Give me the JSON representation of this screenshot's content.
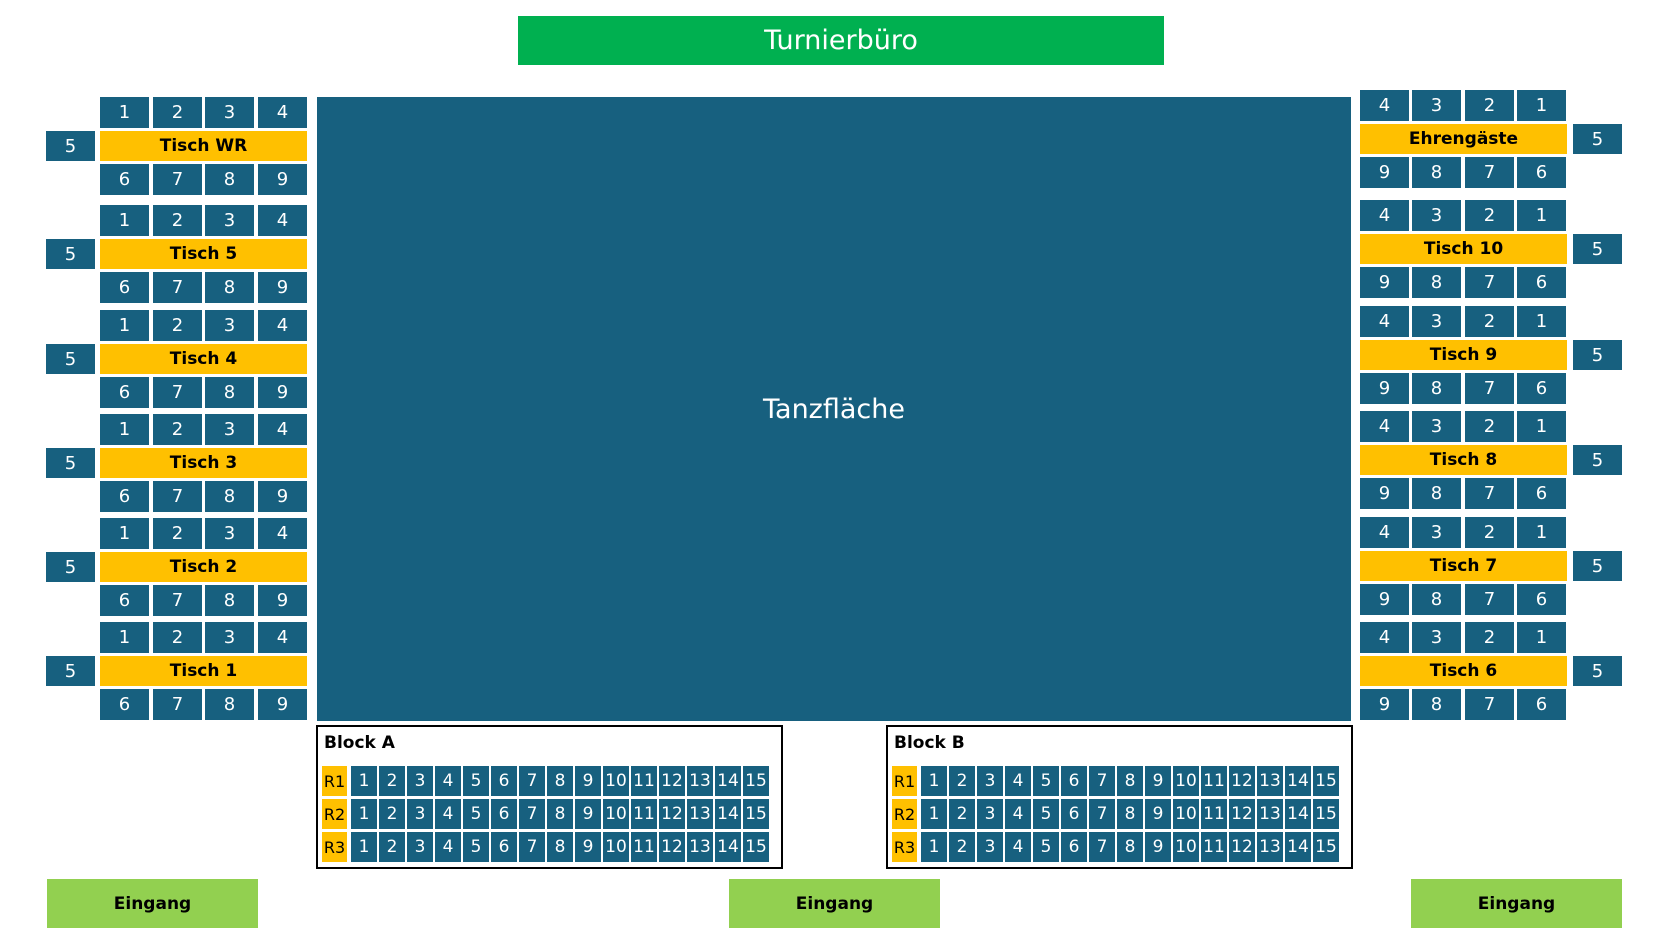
{
  "colors": {
    "seat": "#17607f",
    "table_label": "#ffc000",
    "office": "#00b050",
    "entrance": "#92d050",
    "dance_floor": "#17607f"
  },
  "office": {
    "label": "Turnierbüro"
  },
  "dance_floor": {
    "label": "Tanzfläche"
  },
  "left_tables": [
    {
      "name": "Tisch WR",
      "top_seats": [
        "1",
        "2",
        "3",
        "4"
      ],
      "side_seat": "5",
      "bottom_seats": [
        "6",
        "7",
        "8",
        "9"
      ]
    },
    {
      "name": "Tisch 5",
      "top_seats": [
        "1",
        "2",
        "3",
        "4"
      ],
      "side_seat": "5",
      "bottom_seats": [
        "6",
        "7",
        "8",
        "9"
      ]
    },
    {
      "name": "Tisch 4",
      "top_seats": [
        "1",
        "2",
        "3",
        "4"
      ],
      "side_seat": "5",
      "bottom_seats": [
        "6",
        "7",
        "8",
        "9"
      ]
    },
    {
      "name": "Tisch 3",
      "top_seats": [
        "1",
        "2",
        "3",
        "4"
      ],
      "side_seat": "5",
      "bottom_seats": [
        "6",
        "7",
        "8",
        "9"
      ]
    },
    {
      "name": "Tisch 2",
      "top_seats": [
        "1",
        "2",
        "3",
        "4"
      ],
      "side_seat": "5",
      "bottom_seats": [
        "6",
        "7",
        "8",
        "9"
      ]
    },
    {
      "name": "Tisch 1",
      "top_seats": [
        "1",
        "2",
        "3",
        "4"
      ],
      "side_seat": "5",
      "bottom_seats": [
        "6",
        "7",
        "8",
        "9"
      ]
    }
  ],
  "right_tables": [
    {
      "name": "Ehrengäste",
      "top_seats": [
        "4",
        "3",
        "2",
        "1"
      ],
      "side_seat": "5",
      "bottom_seats": [
        "9",
        "8",
        "7",
        "6"
      ]
    },
    {
      "name": "Tisch 10",
      "top_seats": [
        "4",
        "3",
        "2",
        "1"
      ],
      "side_seat": "5",
      "bottom_seats": [
        "9",
        "8",
        "7",
        "6"
      ]
    },
    {
      "name": "Tisch 9",
      "top_seats": [
        "4",
        "3",
        "2",
        "1"
      ],
      "side_seat": "5",
      "bottom_seats": [
        "9",
        "8",
        "7",
        "6"
      ]
    },
    {
      "name": "Tisch 8",
      "top_seats": [
        "4",
        "3",
        "2",
        "1"
      ],
      "side_seat": "5",
      "bottom_seats": [
        "9",
        "8",
        "7",
        "6"
      ]
    },
    {
      "name": "Tisch 7",
      "top_seats": [
        "4",
        "3",
        "2",
        "1"
      ],
      "side_seat": "5",
      "bottom_seats": [
        "9",
        "8",
        "7",
        "6"
      ]
    },
    {
      "name": "Tisch 6",
      "top_seats": [
        "4",
        "3",
        "2",
        "1"
      ],
      "side_seat": "5",
      "bottom_seats": [
        "9",
        "8",
        "7",
        "6"
      ]
    }
  ],
  "blocks": [
    {
      "title": "Block A",
      "rows": [
        {
          "label": "R1",
          "seats": [
            "1",
            "2",
            "3",
            "4",
            "5",
            "6",
            "7",
            "8",
            "9",
            "10",
            "11",
            "12",
            "13",
            "14",
            "15"
          ]
        },
        {
          "label": "R2",
          "seats": [
            "1",
            "2",
            "3",
            "4",
            "5",
            "6",
            "7",
            "8",
            "9",
            "10",
            "11",
            "12",
            "13",
            "14",
            "15"
          ]
        },
        {
          "label": "R3",
          "seats": [
            "1",
            "2",
            "3",
            "4",
            "5",
            "6",
            "7",
            "8",
            "9",
            "10",
            "11",
            "12",
            "13",
            "14",
            "15"
          ]
        }
      ]
    },
    {
      "title": "Block B",
      "rows": [
        {
          "label": "R1",
          "seats": [
            "1",
            "2",
            "3",
            "4",
            "5",
            "6",
            "7",
            "8",
            "9",
            "10",
            "11",
            "12",
            "13",
            "14",
            "15"
          ]
        },
        {
          "label": "R2",
          "seats": [
            "1",
            "2",
            "3",
            "4",
            "5",
            "6",
            "7",
            "8",
            "9",
            "10",
            "11",
            "12",
            "13",
            "14",
            "15"
          ]
        },
        {
          "label": "R3",
          "seats": [
            "1",
            "2",
            "3",
            "4",
            "5",
            "6",
            "7",
            "8",
            "9",
            "10",
            "11",
            "12",
            "13",
            "14",
            "15"
          ]
        }
      ]
    }
  ],
  "entrances": [
    {
      "label": "Eingang"
    },
    {
      "label": "Eingang"
    },
    {
      "label": "Eingang"
    }
  ]
}
